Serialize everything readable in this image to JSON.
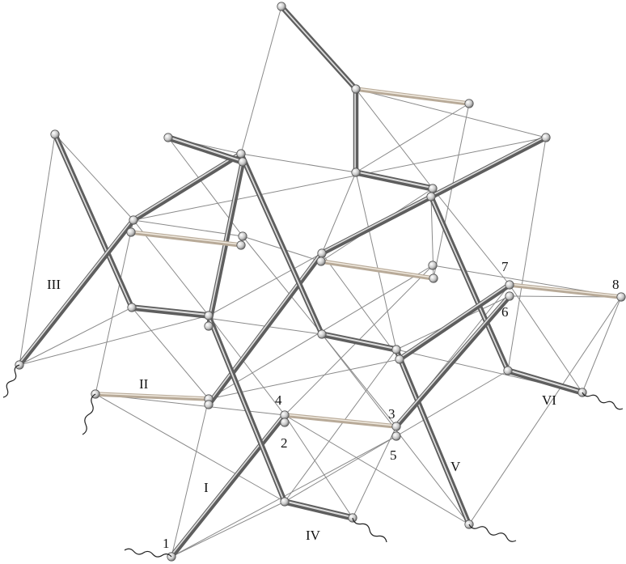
{
  "labels": {
    "strut_I": "I",
    "strut_II": "II",
    "strut_III": "III",
    "strut_IV": "IV",
    "strut_V": "V",
    "strut_VI": "VI",
    "node_1": "1",
    "node_2": "2",
    "node_3": "3",
    "node_4": "4",
    "node_5": "5",
    "node_6": "6",
    "node_7": "7",
    "node_8": "8"
  },
  "colors": {
    "strut_dark": "#5e5e5e",
    "strut_mid": "#9a9a9a",
    "strut_light": "#dcdcdc",
    "brace_tan": "#b8aa98",
    "cable": "#8a8a8a",
    "node_fill": "#d8d8d8",
    "node_edge": "#555555",
    "anchor_line": "#222222"
  }
}
